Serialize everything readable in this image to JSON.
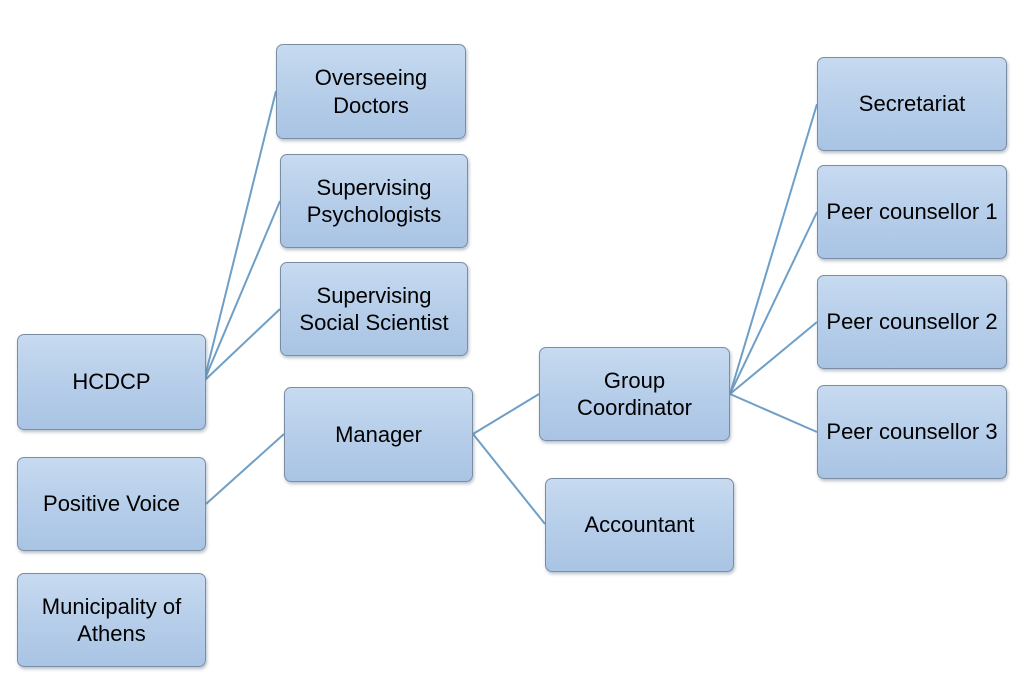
{
  "diagram": {
    "type": "organization-chart",
    "colors": {
      "box_fill_top": "#c7daf0",
      "box_fill_bottom": "#a9c4e4",
      "box_border": "#7b8da3",
      "connector": "#6f9fc6",
      "text": "#000000"
    },
    "nodes": {
      "hcdcp": "HCDCP",
      "positive_voice": "Positive Voice",
      "municipality": "Municipality of Athens",
      "overseeing_doctors": "Overseeing Doctors",
      "supervising_psychologists": "Supervising Psychologists",
      "supervising_social_scientist": "Supervising Social Scientist",
      "manager": "Manager",
      "group_coordinator": "Group Coordinator",
      "accountant": "Accountant",
      "secretariat": "Secretariat",
      "peer_counsellor_1": "Peer counsellor 1",
      "peer_counsellor_2": "Peer counsellor 2",
      "peer_counsellor_3": "Peer counsellor 3"
    },
    "edges": [
      [
        "hcdcp",
        "overseeing_doctors"
      ],
      [
        "hcdcp",
        "supervising_psychologists"
      ],
      [
        "hcdcp",
        "supervising_social_scientist"
      ],
      [
        "positive_voice",
        "manager"
      ],
      [
        "manager",
        "group_coordinator"
      ],
      [
        "manager",
        "accountant"
      ],
      [
        "group_coordinator",
        "secretariat"
      ],
      [
        "group_coordinator",
        "peer_counsellor_1"
      ],
      [
        "group_coordinator",
        "peer_counsellor_2"
      ],
      [
        "group_coordinator",
        "peer_counsellor_3"
      ]
    ]
  }
}
